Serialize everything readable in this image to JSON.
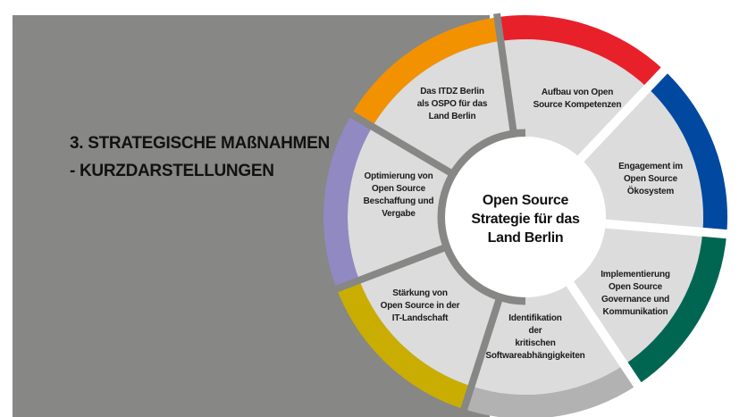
{
  "slide": {
    "title_lines": [
      "3. STRATEGISCHE MAßNAHMEN",
      "- KURZDARSTELLUNGEN"
    ]
  },
  "diagram": {
    "center_lines": [
      "Open Source",
      "Strategie für das",
      "Land Berlin"
    ],
    "segment_fill": "#dcdcdc",
    "segments": [
      {
        "id": "itdz",
        "color": "#e8202a",
        "lines": [
          "Das ITDZ Berlin",
          "als OSPO für das",
          "Land Berlin"
        ]
      },
      {
        "id": "aufbau",
        "color": "#0048a0",
        "lines": [
          "Aufbau von Open",
          "Source Kompetenzen"
        ]
      },
      {
        "id": "engagement",
        "color": "#006652",
        "lines": [
          "Engagement im",
          "Open Source",
          "Ökosystem"
        ]
      },
      {
        "id": "implementierung",
        "color": "#b2b2b2",
        "lines": [
          "Implementierung",
          "Open Source",
          "Governance und",
          "Kommunikation"
        ]
      },
      {
        "id": "identifikation",
        "color": "#c9ad00",
        "lines": [
          "Identifikation",
          "der",
          "kritischen",
          "Softwareabhängigkeiten"
        ]
      },
      {
        "id": "staerkung",
        "color": "#9189c2",
        "lines": [
          "Stärkung von",
          "Open Source in der",
          "IT-Landschaft"
        ]
      },
      {
        "id": "optimierung",
        "color": "#f39200",
        "lines": [
          "Optimierung von",
          "Open Source",
          "Beschaffung und",
          "Vergabe"
        ]
      }
    ]
  }
}
